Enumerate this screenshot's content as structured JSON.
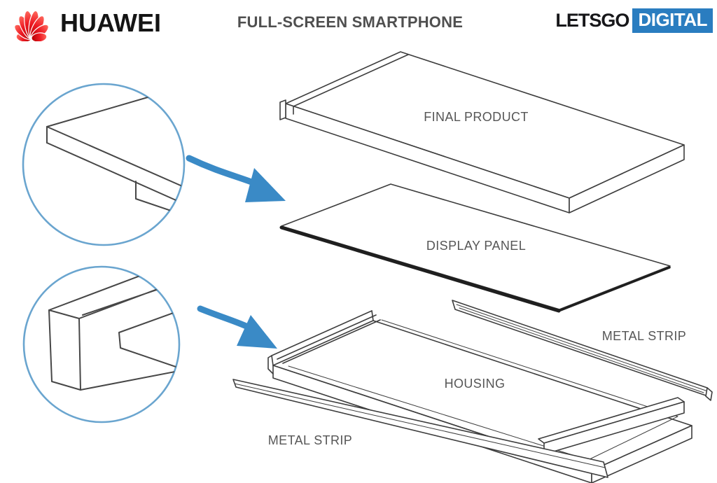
{
  "header": {
    "huawei_wordmark": "HUAWEI",
    "title": "FULL-SCREEN SMARTPHONE",
    "letsgo": "LETSGO",
    "digital": "DIGITAL"
  },
  "diagram": {
    "labels": {
      "final_product": "FINAL PRODUCT",
      "display_panel": "DISPLAY PANEL",
      "metal_strip_right": "METAL STRIP",
      "housing": "HOUSING",
      "metal_strip_bottom": "METAL STRIP"
    }
  },
  "icons": {
    "huawei_logo": "huawei-flower-icon",
    "zoom_callout_arrows": "curved-arrow-icon",
    "zoom_callouts": "magnified-detail-circle"
  },
  "colors": {
    "huawei-red": "#e2001a",
    "arrow-blue": "#3a8ac6",
    "circle-blue": "#6aa5cf",
    "digital-box-blue": "#2a7dc0",
    "line-gray": "#3d3d3d",
    "label-gray": "#565656",
    "title-gray": "#4f4f4f",
    "wordmark-black": "#141414"
  }
}
